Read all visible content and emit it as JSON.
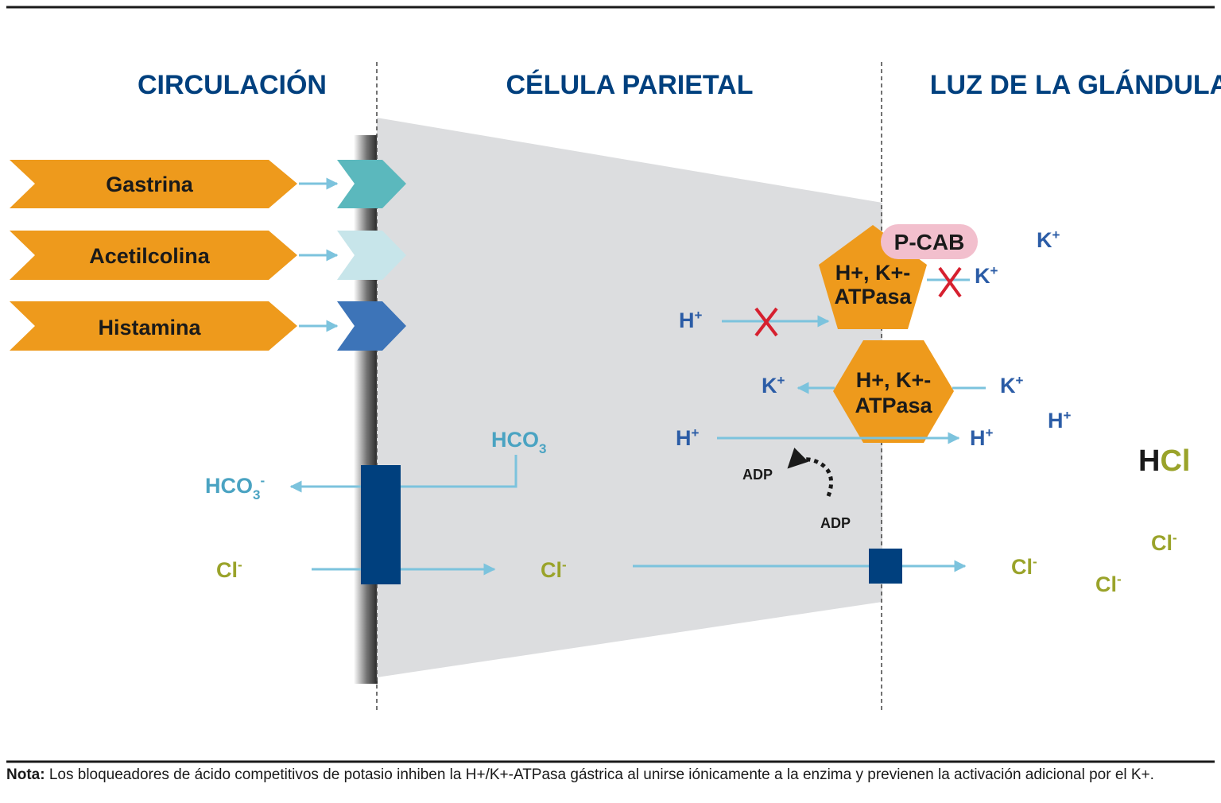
{
  "headings": {
    "left": "CIRCULACIÓN",
    "center": "CÉLULA PARIETAL",
    "right": "LUZ DE LA GLÁNDULA"
  },
  "stimuli": [
    {
      "label": "Gastrina",
      "receptor_color": "#5bb8bd"
    },
    {
      "label": "Acetilcolina",
      "receptor_color": "#c7e5ea"
    },
    {
      "label": "Histamina",
      "receptor_color": "#3d74b8"
    }
  ],
  "pump_top": {
    "line1": "H+, K+-",
    "line2": "ATPasa"
  },
  "pump_bottom": {
    "line1": "H+, K+-",
    "line2": "ATPasa"
  },
  "pcab": "P-CAB",
  "ions": {
    "h_plus": "H",
    "k_plus": "K",
    "plus_sup": "+",
    "minus_sup": "-",
    "hco3_base": "HCO",
    "hco3_sub": "3",
    "cl": "Cl",
    "hcl_h": "H",
    "hcl_cl": "Cl"
  },
  "adp_top": "ADP",
  "adp_bottom": "ADP",
  "note": {
    "label": "Nota:",
    "text": " Los bloqueadores de ácido competitivos de potasio inhiben la H+/K+-ATPasa gástrica al unirse iónicamente a la enzima y previenen la activación adicional por el K+."
  },
  "colors": {
    "orange": "#ee9a1c",
    "navy": "#00407e",
    "arrow": "#7cc3dd",
    "cell": "#dcdddf",
    "pcab": "#f2bfcd",
    "inhibit": "#d6202f",
    "ion_blue": "#2b5ca6",
    "ion_teal": "#4aa3c2",
    "ion_olive": "#9aa32a"
  }
}
